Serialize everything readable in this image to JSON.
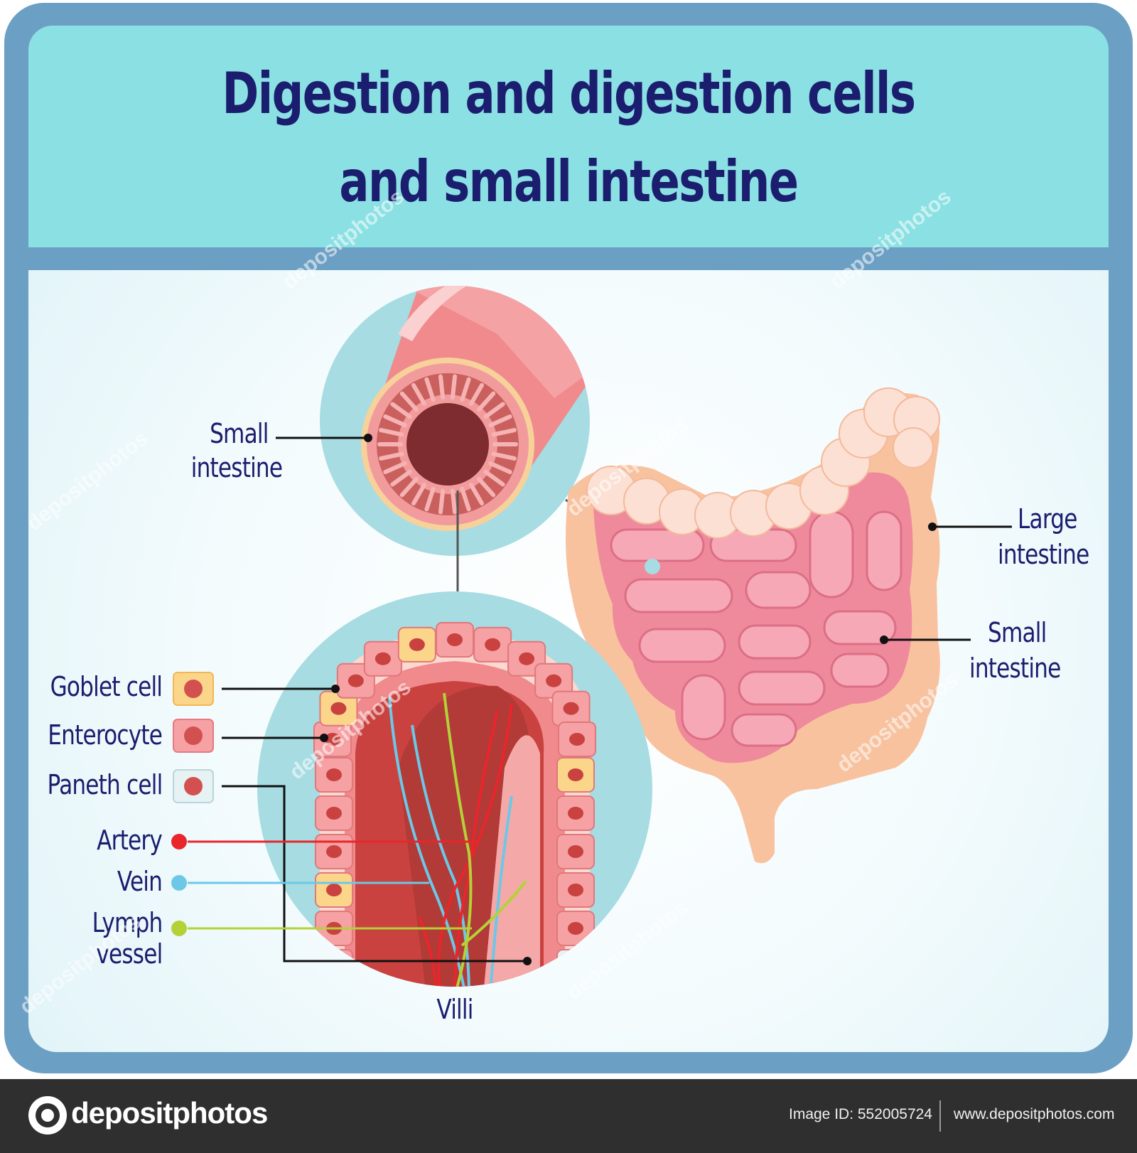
{
  "title": {
    "line1": "Digestion and digestion cells",
    "line2": "and small intestine"
  },
  "labels": {
    "small_intestine_top": [
      "Small",
      "intestine"
    ],
    "large_intestine": [
      "Large",
      "intestine"
    ],
    "small_intestine_right": [
      "Small",
      "intestine"
    ],
    "goblet_cell": "Goblet cell",
    "enterocyte": "Enterocyte",
    "paneth_cell": "Paneth cell",
    "artery": "Artery",
    "vein": "Vein",
    "lymph_vessel": [
      "Lymph",
      "vessel"
    ],
    "villi": "Villi"
  },
  "colors": {
    "frame": "#6b9fc4",
    "header": "#8be0e3",
    "title_text": "#1b1d6e",
    "goblet": "#fbd68a",
    "enterocyte": "#f6a1a3",
    "paneth": "#e6f2f4",
    "artery": "#e8262b",
    "vein": "#6cc8e6",
    "lymph": "#b4d238"
  },
  "watermark": "depositphotos",
  "footer": {
    "brand": "depositphotos",
    "image_id": "Image ID: 552005724",
    "site": "www.depositphotos.com"
  }
}
